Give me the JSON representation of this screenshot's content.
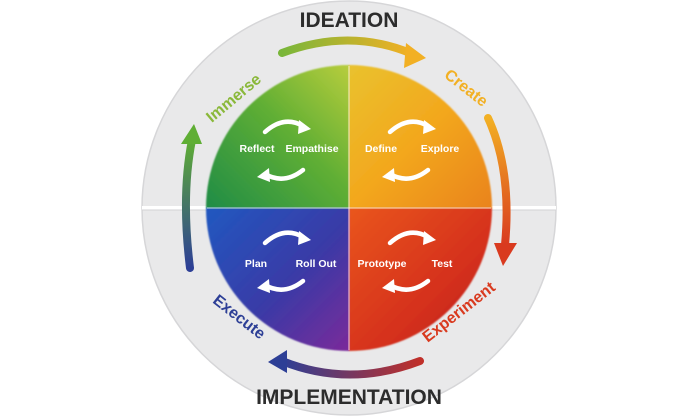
{
  "diagram": {
    "top_title": "IDEATION",
    "bottom_title": "IMPLEMENTATION",
    "phases": [
      {
        "label": "Immerse",
        "color": "#8ab83a"
      },
      {
        "label": "Create",
        "color": "#f2b024"
      },
      {
        "label": "Experiment",
        "color": "#d93a1f"
      },
      {
        "label": "Execute",
        "color": "#2d3f96"
      }
    ],
    "quadrants": [
      {
        "left": "Reflect",
        "right": "Empathise",
        "colors": [
          "#2f9b3c",
          "#a8c93a"
        ]
      },
      {
        "left": "Define",
        "right": "Explore",
        "colors": [
          "#f0b52a",
          "#e99a18"
        ]
      },
      {
        "left": "Prototype",
        "right": "Test",
        "colors": [
          "#e0431f",
          "#c92a16"
        ]
      },
      {
        "left": "Plan",
        "right": "Roll Out",
        "colors": [
          "#2a4fb4",
          "#6d2fa0"
        ]
      }
    ]
  }
}
